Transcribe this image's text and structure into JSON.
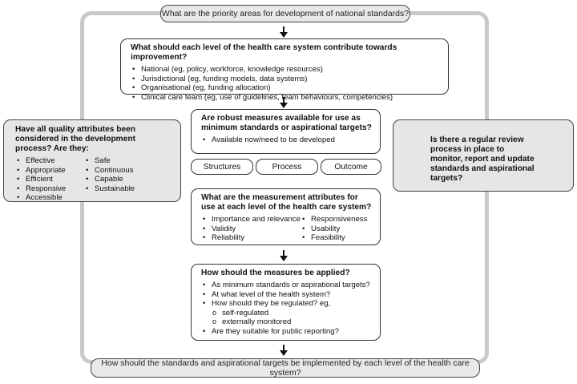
{
  "top_question": "What are the priority areas for development of national standards?",
  "level_box": {
    "question": "What should each level of the health care system contribute towards improvement?",
    "items": [
      "National (eg, policy, workforce, knowledge resources)",
      "Jurisdictional (eg, funding models, data systems)",
      "Organisational (eg, funding allocation)",
      "Clinical care team (eg, use of guidelines, team behaviours, competencies)"
    ]
  },
  "measures_box": {
    "question": "Are robust measures available for use as minimum standards or aspirational targets?",
    "items": [
      "Available now/need to be developed"
    ]
  },
  "tabs": [
    "Structures",
    "Process",
    "Outcome"
  ],
  "attributes_box": {
    "question": "What are the measurement attributes for use at each level of the health care system?",
    "col1": [
      "Importance and relevance",
      "Validity",
      "Reliability"
    ],
    "col2": [
      "Responsiveness",
      "Usability",
      "Feasibility"
    ]
  },
  "applied_box": {
    "question": "How should the measures be applied?",
    "items": [
      "As minimum standards or aspirational targets?",
      "At what level of the health system?",
      "How should they be regulated? eg,"
    ],
    "sub_items": [
      "self-regulated",
      "externally monitored"
    ],
    "last_item": "Are they suitable for public reporting?"
  },
  "quality_box": {
    "question": "Have all quality attributes been considered in the development process? Are they:",
    "col1": [
      "Effective",
      "Appropriate",
      "Efficient",
      "Responsive",
      "Accessible"
    ],
    "col2": [
      "Safe",
      "Continuous",
      "Capable",
      "Sustainable"
    ]
  },
  "review_box": {
    "question": "Is there a regular review process in place to monitor, report and update standards and aspirational targets?"
  },
  "bottom_question": "How should the standards and aspirational targets be implemented by each level of the health care system?"
}
